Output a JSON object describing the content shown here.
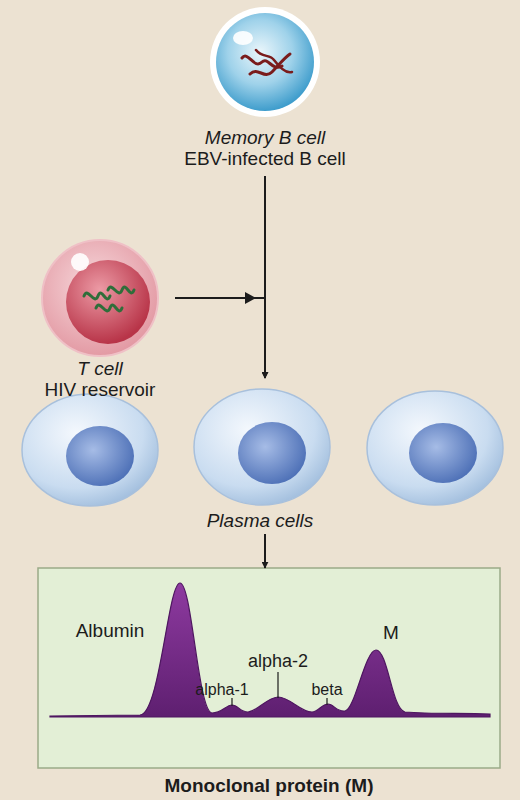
{
  "diagram": {
    "nodes": [
      {
        "text": [
          "Memory B cell",
          "EBV-infected B cell"
        ]
      },
      {
        "text": [
          "T cell",
          "HIV reservoir"
        ]
      },
      {
        "text": [
          "Plasma cells"
        ]
      },
      {
        "text": [
          "Monoclonal protein (M)"
        ]
      }
    ],
    "edges": [
      {
        "from": 0,
        "to": 2,
        "arrow": "to"
      },
      {
        "from": 1,
        "to": 2,
        "arrow": "to"
      },
      {
        "from": 2,
        "to": 3,
        "arrow": "to"
      }
    ],
    "labels": [
      "Albumin",
      "alpha-1",
      "alpha-2",
      "beta",
      "M"
    ]
  }
}
